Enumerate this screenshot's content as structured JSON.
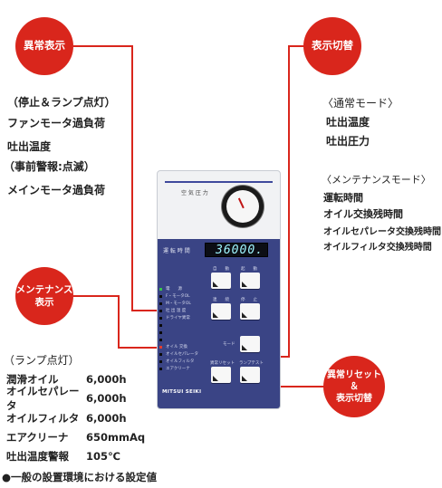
{
  "abnormal_display": {
    "badge": "異常表示",
    "lines": [
      "（停止＆ランプ点灯）",
      "ファンモータ過負荷",
      "吐出温度",
      "（事前警報:点滅）",
      "メインモータ過負荷"
    ]
  },
  "display_switch": {
    "badge": "表示切替",
    "normal_mode": [
      "〈通常モード〉",
      "吐出温度",
      "吐出圧力"
    ],
    "maintenance_mode": [
      "〈メンテナンスモード〉",
      "運転時間",
      "オイル交換残時間",
      "オイルセパレータ交換残時間",
      "オイルフィルタ交換残時間"
    ]
  },
  "maintenance_display": {
    "badge": "メンテナンス\n表示",
    "heading": "（ランプ点灯）",
    "items": [
      {
        "name": "潤滑オイル",
        "value": "6,000h"
      },
      {
        "name": "オイルセパレータ",
        "value": "6,000h"
      },
      {
        "name": "オイルフィルタ",
        "value": "6,000h"
      },
      {
        "name": "エアクリーナ",
        "value": "650mmAq"
      },
      {
        "name": "吐出温度警報",
        "value": "105℃"
      }
    ],
    "footnote": "●一般の設置環境における設定値"
  },
  "reset_switch": {
    "badge": "異常リセット\n＆\n表示切替"
  },
  "device": {
    "gauge_label": "空 気 圧 力",
    "display_label": "運 転 時 間",
    "display_value": "36000.",
    "led_labels": [
      "電　　源",
      "F・モータOL",
      "M・モータOL",
      "吐 出 温 度",
      "ドライヤ異常",
      "",
      "",
      "",
      "オイル 交換",
      "オイルセパレータ",
      "オイルフィルタ",
      "エアクリーナ"
    ],
    "button_labels": [
      "自　　動",
      "起　　動",
      "連　　続",
      "停　　止",
      "モード",
      "異常リセット",
      "ランプテスト"
    ],
    "brand": "MITSUI SEIKI"
  },
  "colors": {
    "accent_red": "#d9261c",
    "panel_blue": "#3a4485",
    "display_cyan": "#9ff6ff",
    "led_green": "#39c64a",
    "led_red": "#e23b30"
  }
}
